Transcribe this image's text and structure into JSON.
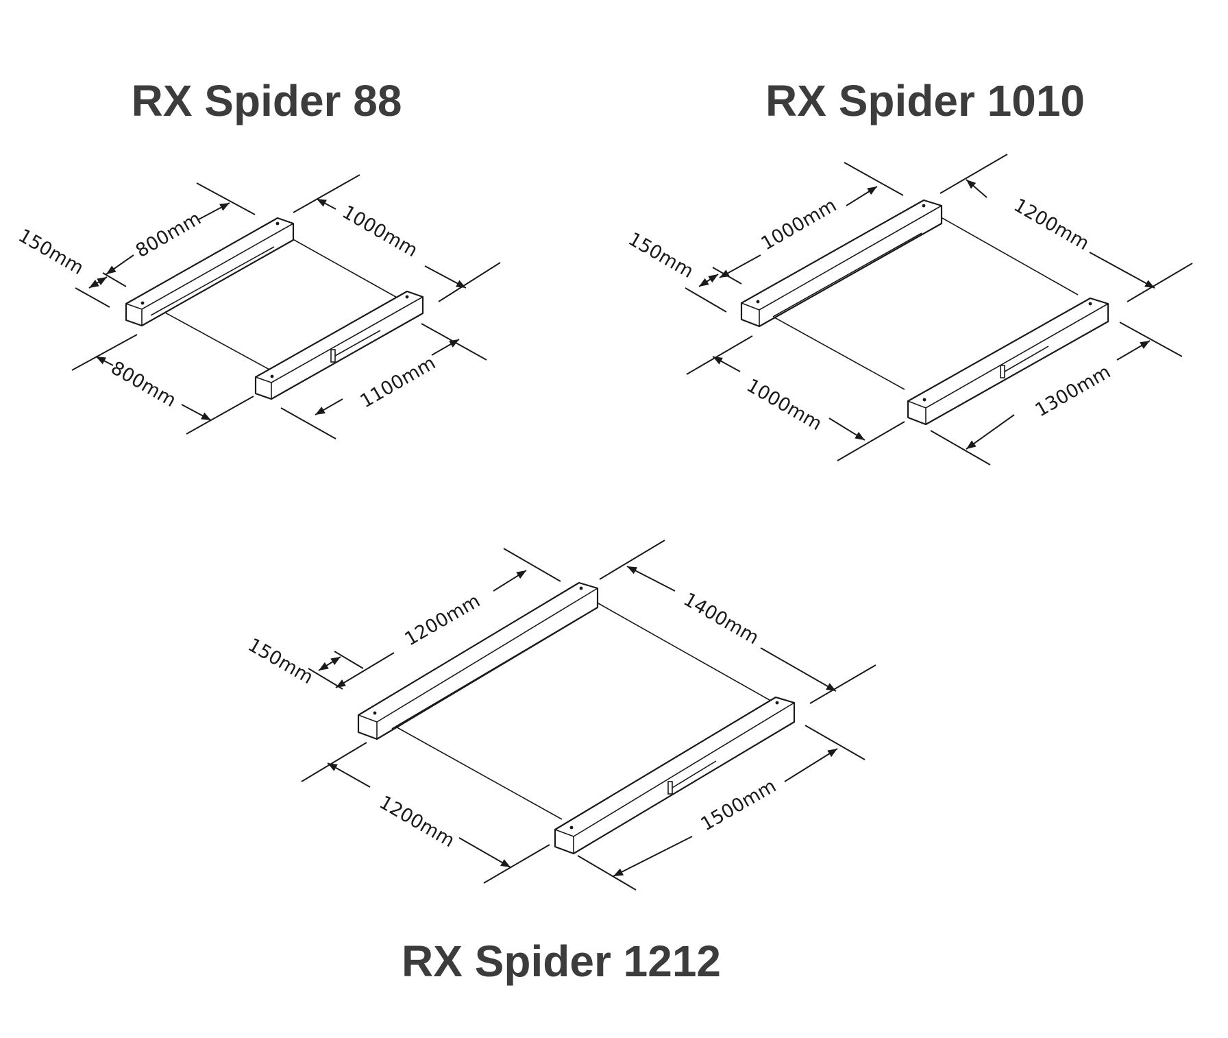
{
  "models": [
    {
      "title": "RX Spider 88",
      "dims": {
        "height": "150mm",
        "top_length": "800mm",
        "overall_depth": "1000mm",
        "inner_width": "800mm",
        "overall_width": "1100mm"
      }
    },
    {
      "title": "RX Spider 1010",
      "dims": {
        "height": "150mm",
        "top_length": "1000mm",
        "overall_depth": "1200mm",
        "inner_width": "1000mm",
        "overall_width": "1300mm"
      }
    },
    {
      "title": "RX Spider 1212",
      "dims": {
        "height": "150mm",
        "top_length": "1200mm",
        "overall_depth": "1400mm",
        "inner_width": "1200mm",
        "overall_width": "1500mm"
      }
    }
  ]
}
